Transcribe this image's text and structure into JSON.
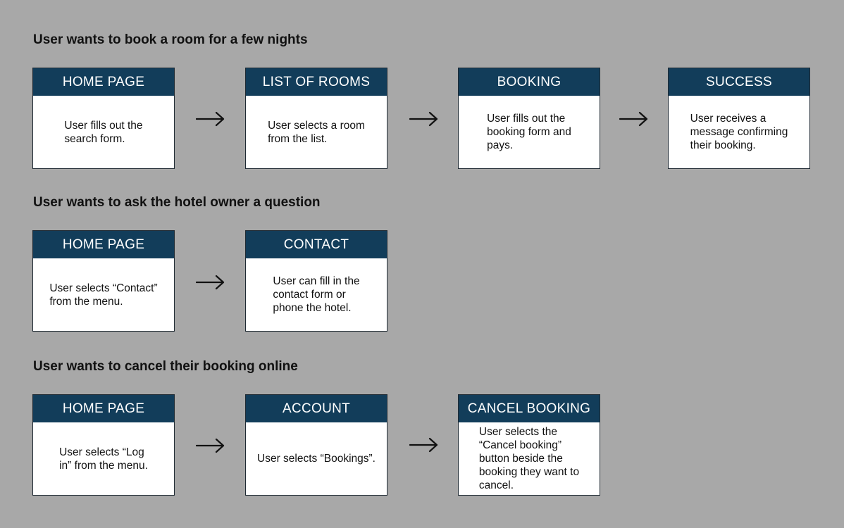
{
  "flows": [
    {
      "title": "User wants to book a room for a few nights",
      "steps": [
        {
          "header": "HOME PAGE",
          "text": "User fills out the\nsearch form."
        },
        {
          "header": "LIST OF ROOMS",
          "text": "User selects a room\nfrom the list."
        },
        {
          "header": "BOOKING",
          "text": "User fills out the\nbooking form and\npays."
        },
        {
          "header": "SUCCESS",
          "text": "User receives a\nmessage confirming\ntheir booking."
        }
      ]
    },
    {
      "title": "User wants to ask the hotel owner a question",
      "steps": [
        {
          "header": "HOME PAGE",
          "text": "User selects “Contact”\nfrom the menu."
        },
        {
          "header": "CONTACT",
          "text": "User can fill in the\ncontact form or\nphone the hotel."
        }
      ]
    },
    {
      "title": "User wants to cancel their booking online",
      "steps": [
        {
          "header": "HOME PAGE",
          "text": "User selects “Log\nin” from the menu."
        },
        {
          "header": "ACCOUNT",
          "text": "User selects “Bookings”."
        },
        {
          "header": "CANCEL BOOKING",
          "text": "User selects the\n“Cancel booking”\nbutton beside the\nbooking they want to\ncancel."
        }
      ]
    }
  ],
  "colors": {
    "background": "#a8a8a8",
    "header_fill": "#123d5a",
    "card_fill": "#ffffff",
    "arrow": "#111111"
  },
  "icons": {
    "connector": "arrow-right-icon"
  }
}
